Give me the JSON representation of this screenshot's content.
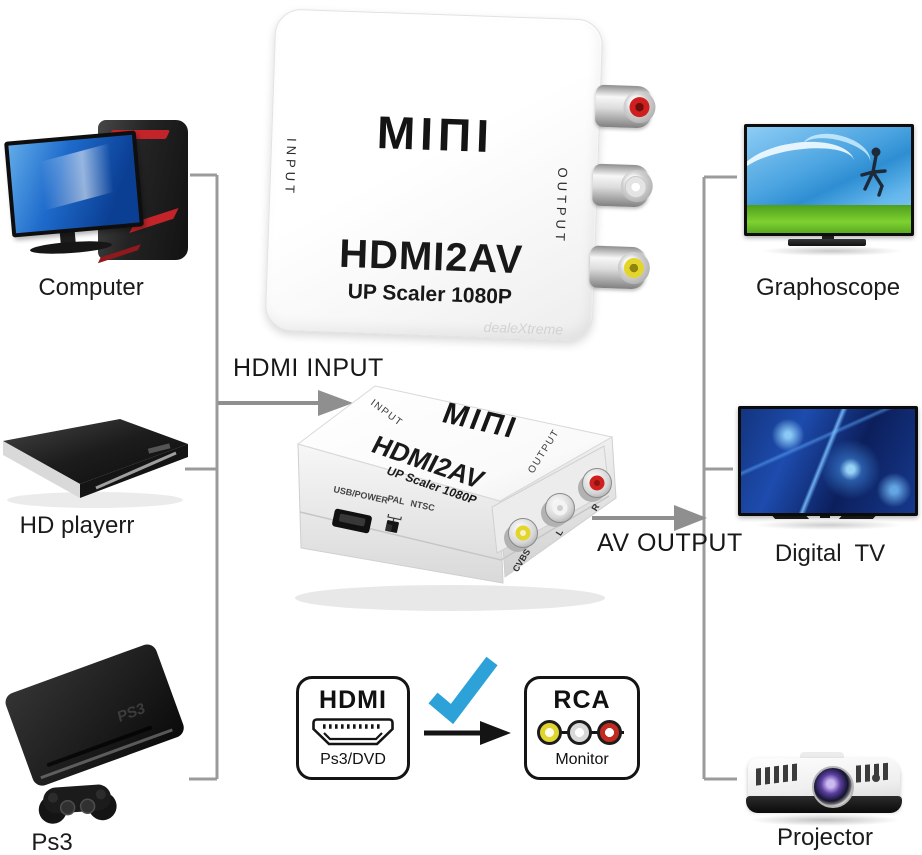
{
  "top_converter": {
    "logo": "MIΠI",
    "input_label": "INPUT",
    "output_label": "OUTPUT",
    "model": "HDMI2AV",
    "subtitle": "UP Scaler 1080P",
    "watermark": "dealeXtreme"
  },
  "mid_converter": {
    "logo": "MIΠI",
    "input_label": "INPUT",
    "output_label": "OUTPUT",
    "model": "HDMI2AV",
    "subtitle": "UP Scaler 1080P",
    "usb_label": "USB/POWER",
    "pal_label": "PAL",
    "ntsc_label": "NTSC",
    "jack_cvbs": "CVBS",
    "jack_l": "L",
    "jack_r": "R"
  },
  "sources": [
    {
      "label": "Computer"
    },
    {
      "label": "HD playerr"
    },
    {
      "label": "Ps3"
    }
  ],
  "destinations": [
    {
      "label": "Graphoscope"
    },
    {
      "label": "Digital  TV"
    },
    {
      "label": "Projector"
    }
  ],
  "flow": {
    "input_arrow_label": "HDMI INPUT",
    "output_arrow_label": "AV OUTPUT"
  },
  "legend": {
    "hdmi": {
      "title": "HDMI",
      "subtitle": "Ps3/DVD"
    },
    "rca": {
      "title": "RCA",
      "subtitle": "Monitor"
    }
  },
  "ps3_logo": "PS3",
  "colors": {
    "check_blue": "#2da2d8",
    "line_gray": "#9b9b9b",
    "rca_yellow": "#e0d42e",
    "rca_white": "#f2f2f2",
    "rca_red": "#c22a22"
  }
}
